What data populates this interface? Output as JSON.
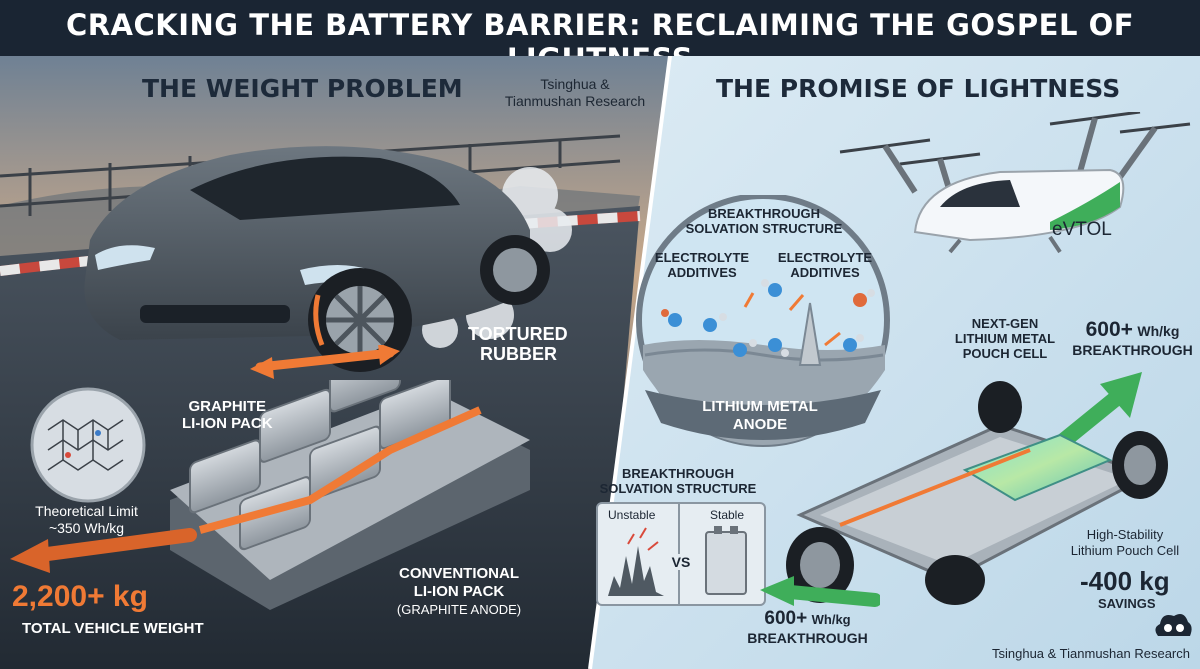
{
  "title": "CRACKING THE BATTERY BARRIER: RECLAIMING THE GOSPEL OF LIGHTNESS",
  "left": {
    "heading": "THE WEIGHT PROBLEM",
    "credit_line1": "Tsinghua &",
    "credit_line2": "Tianmushan Research",
    "tortured_line1": "TORTURED",
    "tortured_line2": "RUBBER",
    "graphite_line1": "GRAPHITE",
    "graphite_line2": "LI-ION PACK",
    "theoretical_line1": "Theoretical Limit",
    "theoretical_line2": "~350 Wh/kg",
    "weight_value": "2,200+ kg",
    "weight_caption": "TOTAL VEHICLE WEIGHT",
    "conv_line1": "CONVENTIONAL",
    "conv_line2": "LI-ION PACK",
    "conv_line3": "(GRAPHITE ANODE)"
  },
  "right": {
    "heading": "THE PROMISE OF LIGHTNESS",
    "evtol": "eVTOL",
    "bubble_title1": "BREAKTHROUGH",
    "bubble_title2": "SOLVATION STRUCTURE",
    "additive1_line1": "ELECTROLYTE",
    "additive1_line2": "ADDITIVES",
    "additive2_line1": "ELECTROLYTE",
    "additive2_line2": "ADDITIVES",
    "anode_line1": "LITHIUM METAL",
    "anode_line2": "ANODE",
    "nextgen_line1": "NEXT-GEN",
    "nextgen_line2": "LITHIUM METAL",
    "nextgen_line3": "POUCH CELL",
    "density_top_value": "600+",
    "density_top_unit": "Wh/kg",
    "density_top_caption": "BREAKTHROUGH",
    "solv_title1": "BREAKTHROUGH",
    "solv_title2": "SOLVATION STRUCTURE",
    "unstable": "Unstable",
    "stable": "Stable",
    "vs": "VS",
    "pouch_line1": "High-Stability",
    "pouch_line2": "Lithium Pouch Cell",
    "savings_value": "-400 kg",
    "savings_caption": "SAVINGS",
    "density_bottom_value": "600+",
    "density_bottom_unit": "Wh/kg",
    "density_bottom_caption": "BREAKTHROUGH",
    "footer_credit": "Tsinghua & Tianmushan Research"
  },
  "colors": {
    "accent_orange": "#f07a35",
    "accent_green": "#3fae5a",
    "navy": "#1a2533"
  }
}
